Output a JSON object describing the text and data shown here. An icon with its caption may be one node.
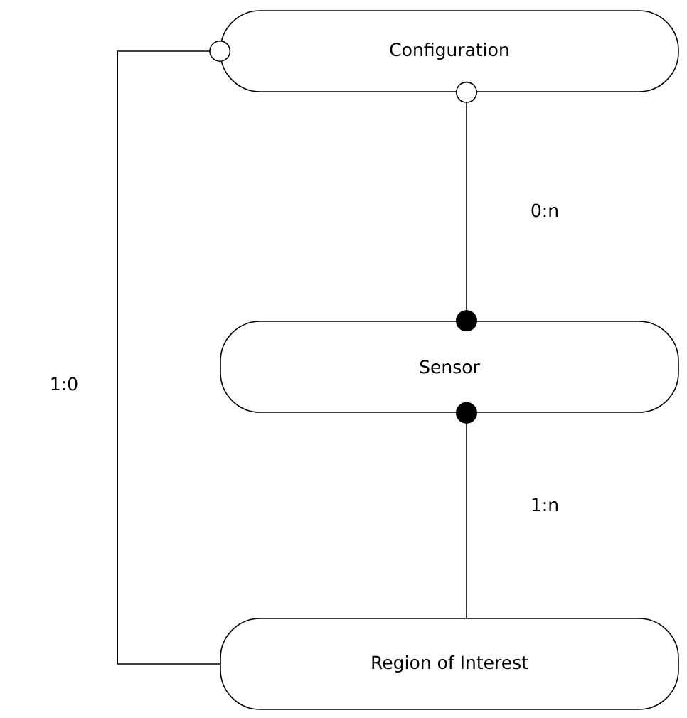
{
  "diagram": {
    "nodes": [
      {
        "text": [
          "Configuration"
        ]
      },
      {
        "text": [
          "Sensor"
        ]
      },
      {
        "text": [
          "Region of Interest"
        ]
      }
    ],
    "edges": [
      {
        "from": 0,
        "to": 1,
        "arrow": "other",
        "label": "0:n"
      },
      {
        "from": 1,
        "to": 2,
        "arrow": "other",
        "label": "1:n"
      },
      {
        "from": 0,
        "to": 2,
        "arrow": "other",
        "label": "1:0"
      }
    ]
  }
}
